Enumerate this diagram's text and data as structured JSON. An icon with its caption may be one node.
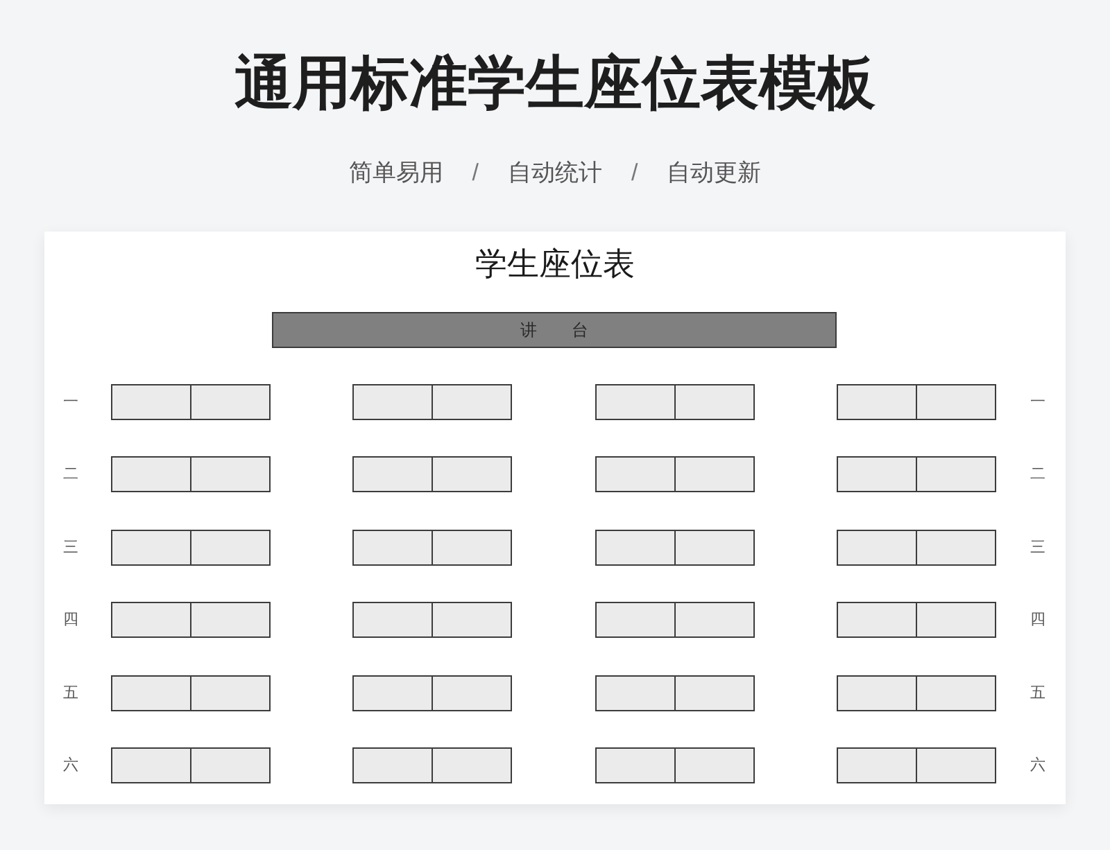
{
  "diagram": {
    "title": "通用标准学生座位表模板",
    "nodes": [
      {
        "text": [
          "学生座位表"
        ]
      },
      {
        "text": [
          "讲 台"
        ],
        "in": 0
      },
      {
        "text": [],
        "shape": "box",
        "in": 0
      },
      {
        "text": [],
        "shape": "box",
        "in": 0
      },
      {
        "text": [],
        "shape": "box",
        "in": 0
      },
      {
        "text": [],
        "shape": "box",
        "in": 0
      },
      {
        "text": [],
        "shape": "box",
        "in": 0
      },
      {
        "text": [],
        "shape": "box",
        "in": 0
      },
      {
        "text": [],
        "shape": "box",
        "in": 0
      },
      {
        "text": [],
        "shape": "box",
        "in": 0
      },
      {
        "text": [],
        "shape": "box",
        "in": 0
      },
      {
        "text": [],
        "shape": "box",
        "in": 0
      },
      {
        "text": [],
        "shape": "box",
        "in": 0
      },
      {
        "text": [],
        "shape": "box",
        "in": 0
      },
      {
        "text": [],
        "shape": "box",
        "in": 0
      },
      {
        "text": [],
        "shape": "box",
        "in": 0
      },
      {
        "text": [],
        "shape": "box",
        "in": 0
      },
      {
        "text": [],
        "shape": "box",
        "in": 0
      },
      {
        "text": [],
        "shape": "box",
        "in": 0
      },
      {
        "text": [],
        "shape": "box",
        "in": 0
      },
      {
        "text": [],
        "shape": "box",
        "in": 0
      },
      {
        "text": [],
        "shape": "box",
        "in": 0
      },
      {
        "text": [],
        "shape": "box",
        "in": 0
      },
      {
        "text": [],
        "shape": "box",
        "in": 0
      },
      {
        "text": [],
        "shape": "box",
        "in": 0
      },
      {
        "text": [],
        "shape": "box",
        "in": 0
      },
      {
        "text": [],
        "shape": "box",
        "in": 0
      },
      {
        "text": [],
        "shape": "box",
        "in": 0
      },
      {
        "text": [],
        "shape": "box",
        "in": 0
      },
      {
        "text": [],
        "shape": "box",
        "in": 0
      },
      {
        "text": [],
        "shape": "box",
        "in": 0
      },
      {
        "text": [],
        "shape": "box",
        "in": 0
      },
      {
        "text": [],
        "shape": "box",
        "in": 0
      },
      {
        "text": [],
        "shape": "box",
        "in": 0
      },
      {
        "text": [],
        "shape": "box",
        "in": 0
      },
      {
        "text": [],
        "shape": "box",
        "in": 0
      },
      {
        "text": [],
        "shape": "box",
        "in": 0
      },
      {
        "text": [],
        "shape": "box",
        "in": 0
      },
      {
        "text": [],
        "shape": "box",
        "in": 0
      },
      {
        "text": [],
        "shape": "box",
        "in": 0
      },
      {
        "text": [],
        "shape": "box",
        "in": 0
      },
      {
        "text": [],
        "shape": "box",
        "in": 0
      },
      {
        "text": [],
        "shape": "box",
        "in": 0
      },
      {
        "text": [],
        "shape": "box",
        "in": 0
      },
      {
        "text": [],
        "shape": "box",
        "in": 0
      },
      {
        "text": [],
        "shape": "box",
        "in": 0
      },
      {
        "text": [],
        "shape": "box",
        "in": 0
      },
      {
        "text": [],
        "shape": "box",
        "in": 0
      },
      {
        "text": [],
        "shape": "box",
        "in": 0
      },
      {
        "text": [],
        "shape": "box",
        "in": 0
      }
    ],
    "labels": [
      "简单易用",
      "/",
      "自动统计",
      "/",
      "自动更新",
      "一",
      "一",
      "二",
      "二",
      "三",
      "三",
      "四",
      "四",
      "五",
      "五",
      "六",
      "六"
    ]
  }
}
